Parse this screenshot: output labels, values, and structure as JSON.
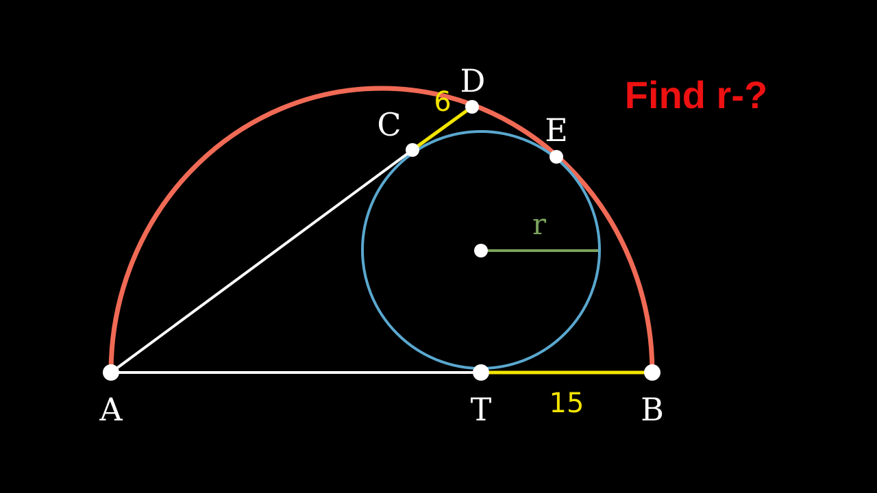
{
  "title": "Find r-?",
  "points": {
    "A": "A",
    "B": "B",
    "C": "C",
    "D": "D",
    "E": "E",
    "T": "T"
  },
  "lengths": {
    "CD": "6",
    "TB": "15"
  },
  "radius_label": "r",
  "colors": {
    "background": "#000000",
    "semicircle": "#f06a55",
    "inner_circle": "#5aa8cf",
    "segments_white": "#ffffff",
    "segments_yellow": "#f2e400",
    "radius_line": "#7aa35c",
    "title": "#ee1111",
    "points": "#ffffff"
  }
}
